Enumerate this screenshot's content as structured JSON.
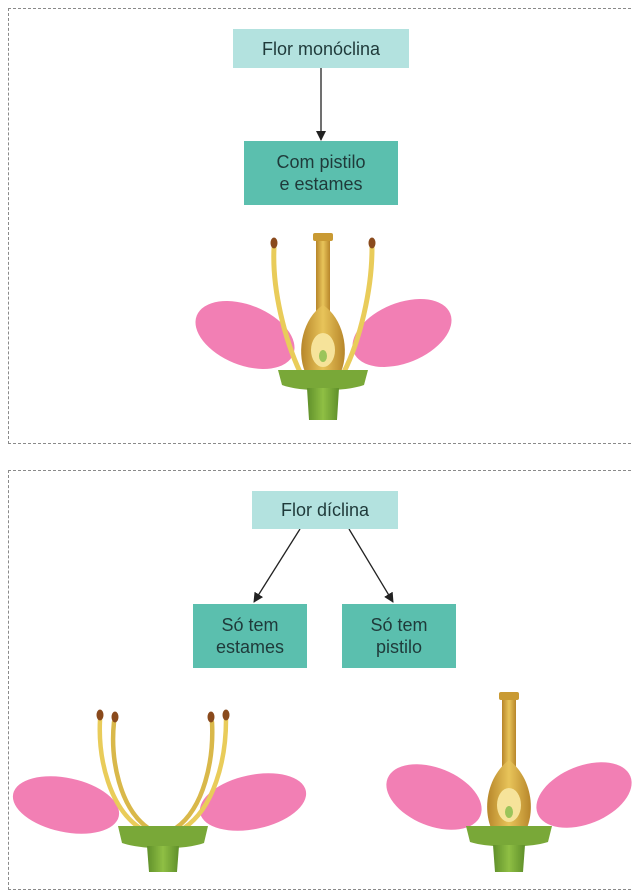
{
  "top": {
    "title": "Flor monóclina",
    "child": "Com pistilo\ne estames"
  },
  "bottom": {
    "title": "Flor díclina",
    "left_child": "Só tem\nestames",
    "right_child": "Só tem\npistilo"
  },
  "colors": {
    "title_box": "#b3e2df",
    "child_box": "#5bbfae",
    "petal": "#f27fb4",
    "receptacle": "#79a838",
    "stamen": "#e9cc5a",
    "pistil": "#d8a936"
  }
}
